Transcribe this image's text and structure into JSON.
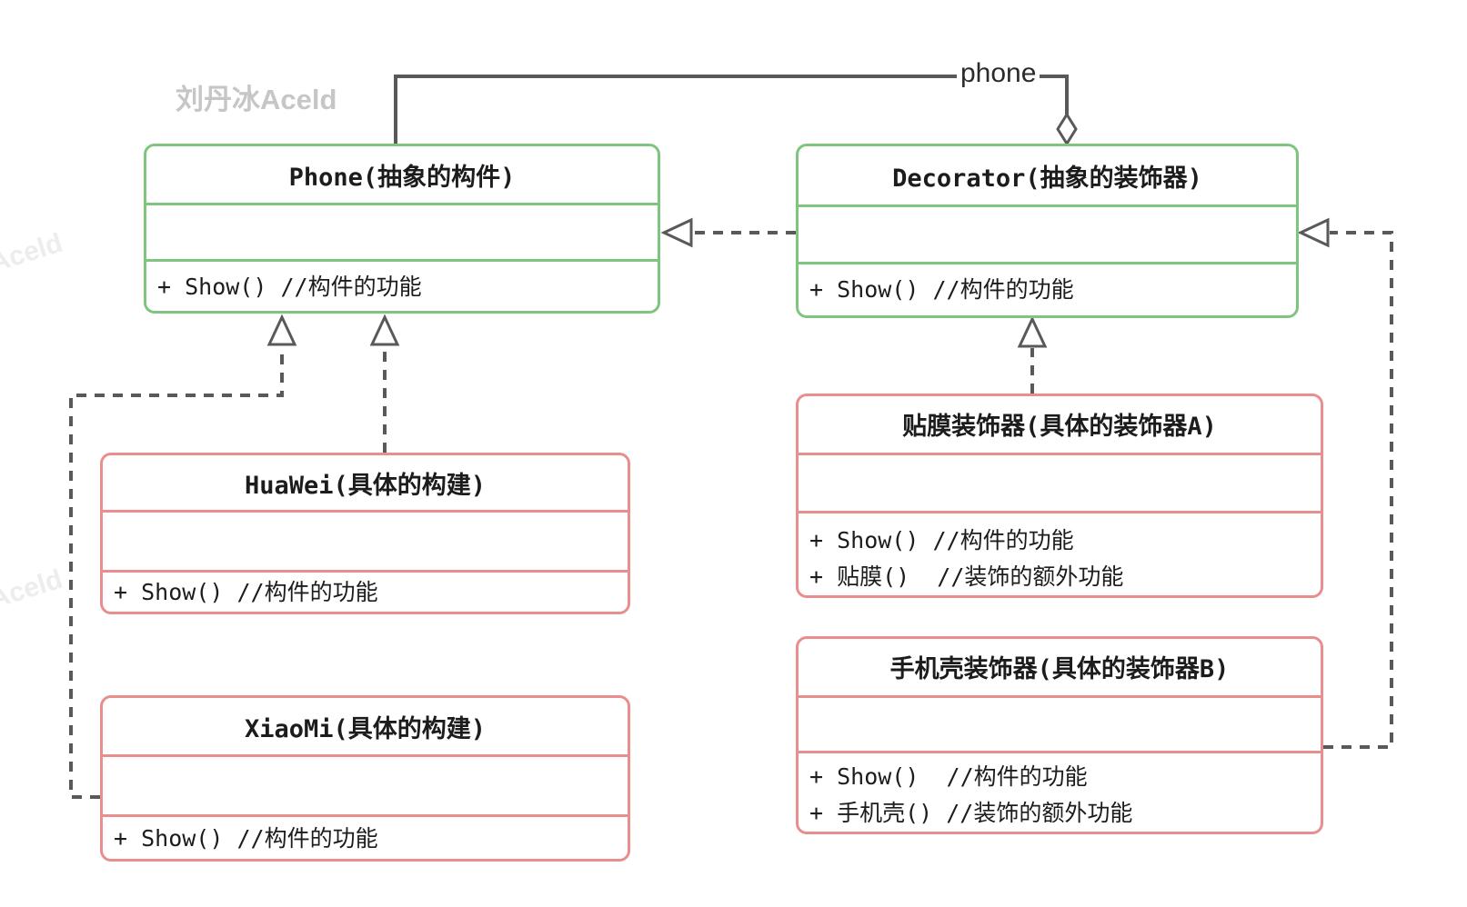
{
  "diagram": {
    "watermark_main": "刘丹冰Aceld",
    "watermark_side": "Aceld",
    "aggregation_label": "phone",
    "colors": {
      "abstract_class_border": "#7ec57f",
      "concrete_class_border": "#e98d8d",
      "connector_line": "#595959",
      "watermark": "#c6c6c6"
    },
    "classes": {
      "phone": {
        "title": "Phone(抽象的构件)",
        "methods": [
          "+ Show() //构件的功能"
        ]
      },
      "decorator": {
        "title": "Decorator(抽象的装饰器)",
        "methods": [
          "+ Show() //构件的功能"
        ]
      },
      "huawei": {
        "title": "HuaWei(具体的构建)",
        "methods": [
          "+ Show() //构件的功能"
        ]
      },
      "xiaomi": {
        "title": "XiaoMi(具体的构建)",
        "methods": [
          "+ Show() //构件的功能"
        ]
      },
      "film_decorator": {
        "title": "贴膜装饰器(具体的装饰器A)",
        "methods": [
          "+ Show() //构件的功能",
          "+ 贴膜()  //装饰的额外功能"
        ]
      },
      "case_decorator": {
        "title": "手机壳装饰器(具体的装饰器B)",
        "methods": [
          "+ Show()  //构件的功能",
          "+ 手机壳() //装饰的额外功能"
        ]
      }
    }
  }
}
